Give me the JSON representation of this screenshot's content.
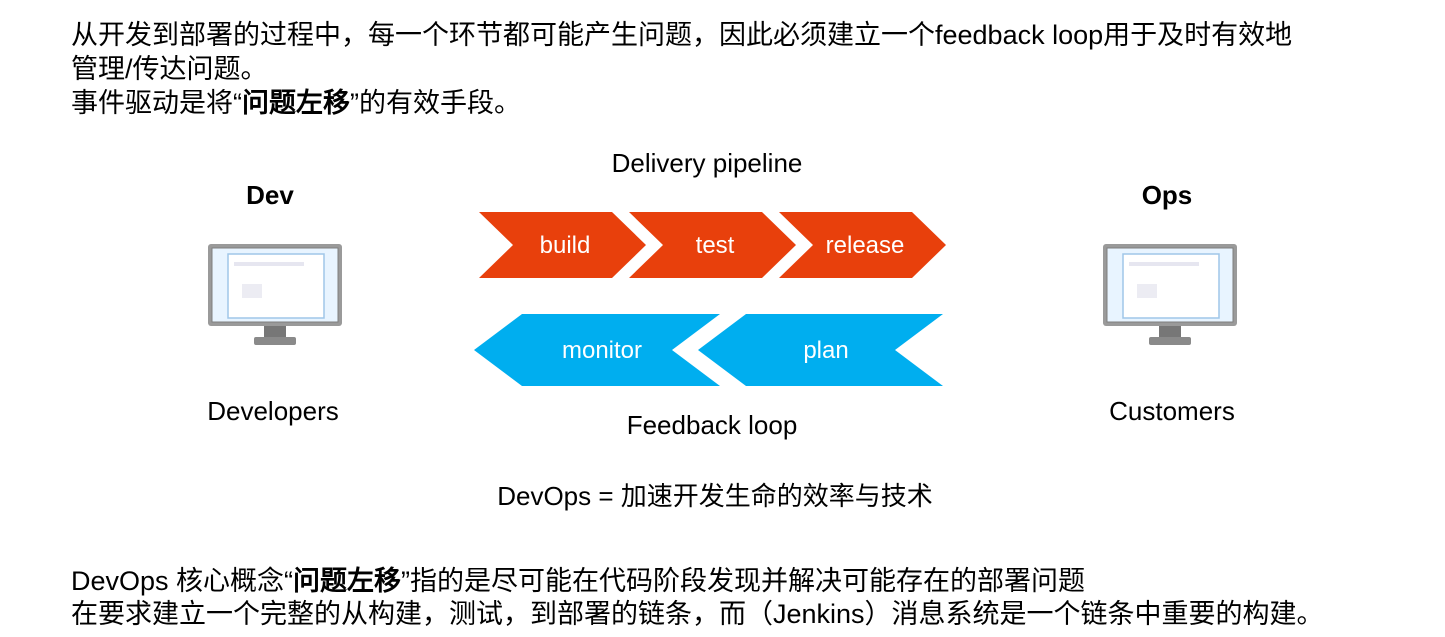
{
  "intro": {
    "line1": "从开发到部署的过程中，每一个环节都可能产生问题，因此必须建立一个feedback loop用于及时有效地",
    "line2": "管理/传达问题。",
    "line3_prefix": "事件驱动是将“",
    "line3_emphasis": "问题左移",
    "line3_suffix": "”的有效手段。"
  },
  "diagram": {
    "dev_heading": "Dev",
    "ops_heading": "Ops",
    "dev_label": "Developers",
    "ops_label": "Customers",
    "pipeline_title": "Delivery pipeline",
    "feedback_title": "Feedback loop",
    "pipeline_stages": [
      "build",
      "test",
      "release"
    ],
    "feedback_stages": [
      "monitor",
      "plan"
    ],
    "formula": "DevOps = 加速开发生命的效率与技术",
    "colors": {
      "pipeline": "#e8400c",
      "feedback": "#00aeef"
    }
  },
  "footer": {
    "line1_prefix": "DevOps 核心概念“",
    "line1_emphasis": "问题左移",
    "line1_suffix": "”指的是尽可能在代码阶段发现并解决可能存在的部署问题",
    "line2": "在要求建立一个完整的从构建，测试，到部署的链条，而（Jenkins）消息系统是一个链条中重要的构建。"
  }
}
